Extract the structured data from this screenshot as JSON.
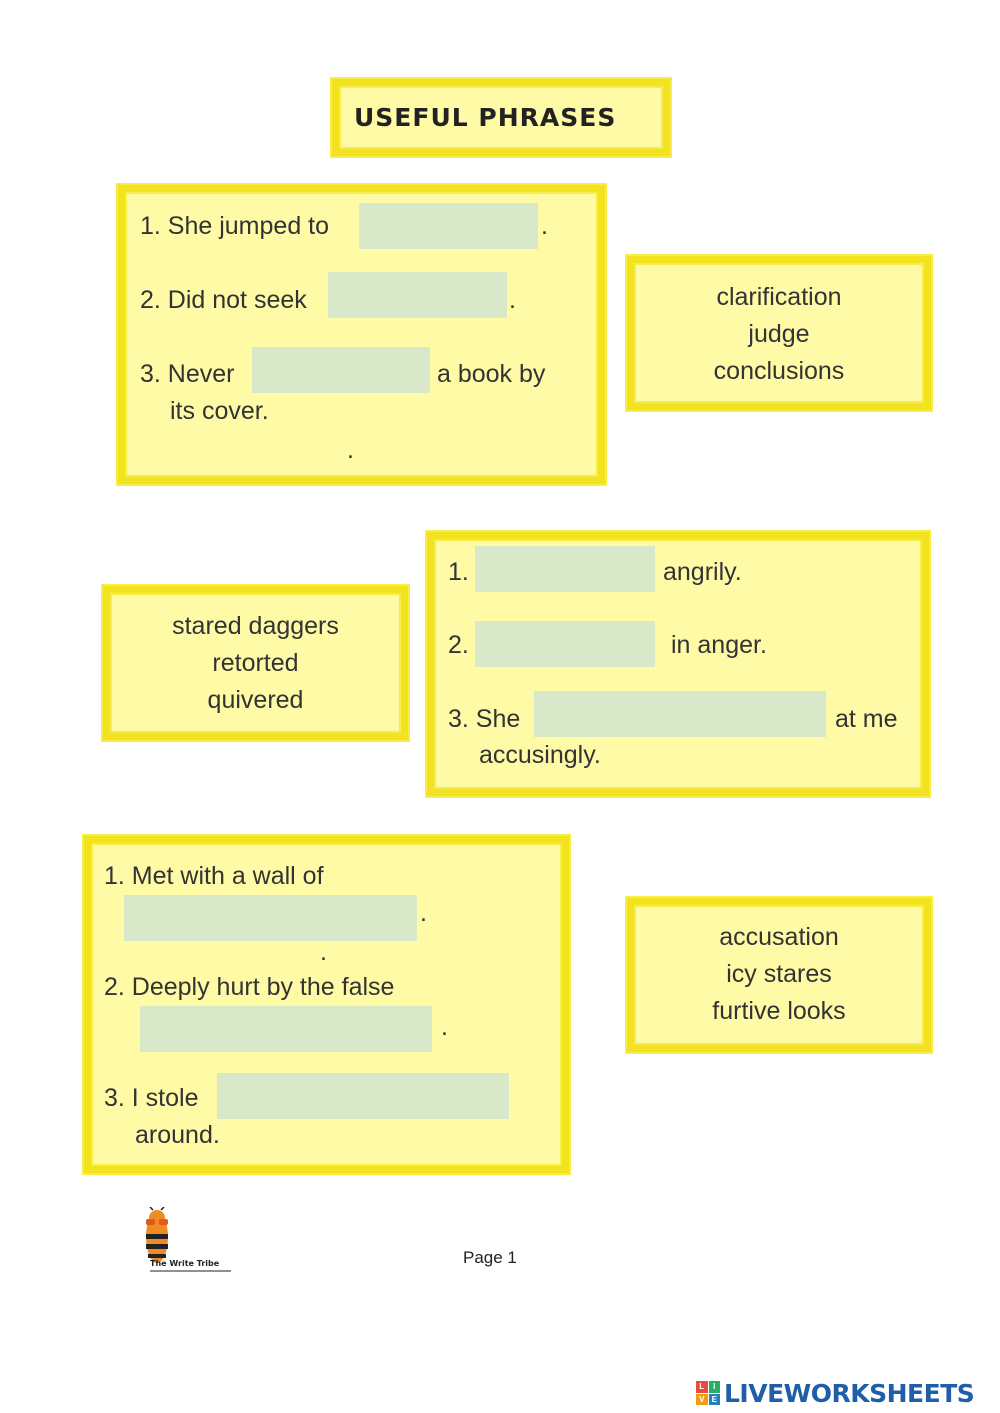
{
  "title": "USEFUL PHRASES",
  "section1": {
    "q1_prefix": "1. She jumped to",
    "q1_suffix": ".",
    "q2_prefix": "2. Did not seek",
    "q2_suffix": ".",
    "q3_prefix": "3. Never",
    "q3_suffix": "a book by",
    "q3_line2": "its cover.",
    "stray_dot": ".",
    "word_bank": [
      "clarification",
      "judge",
      "conclusions"
    ]
  },
  "section2": {
    "word_bank": [
      "stared daggers",
      "retorted",
      "quivered"
    ],
    "q1_prefix": "1.",
    "q1_suffix": "angrily.",
    "q2_prefix": "2.",
    "q2_suffix": "in anger.",
    "q3_prefix": "3. She",
    "q3_suffix": "at me",
    "q3_line2": "accusingly."
  },
  "section3": {
    "q1_line1": "1. Met with a wall of",
    "q1_suffix": ".",
    "stray_dot": ".",
    "q2_line1": "2. Deeply hurt by the false",
    "q2_suffix": ".",
    "q3_prefix": "3. I stole",
    "q3_line2": "around.",
    "word_bank": [
      "accusation",
      "icy stares",
      "furtive looks"
    ]
  },
  "footer": {
    "logo_text": "The Write Tribe",
    "page_label": "Page 1",
    "brand": "LIVEWORKSHEETS",
    "brand_icon_letters": [
      "L",
      "I",
      "V",
      "E"
    ]
  },
  "answers": {
    "s1q1": "",
    "s1q2": "",
    "s1q3": "",
    "s2q1": "",
    "s2q2": "",
    "s2q3": "",
    "s3q1": "",
    "s3q2": "",
    "s3q3": ""
  }
}
